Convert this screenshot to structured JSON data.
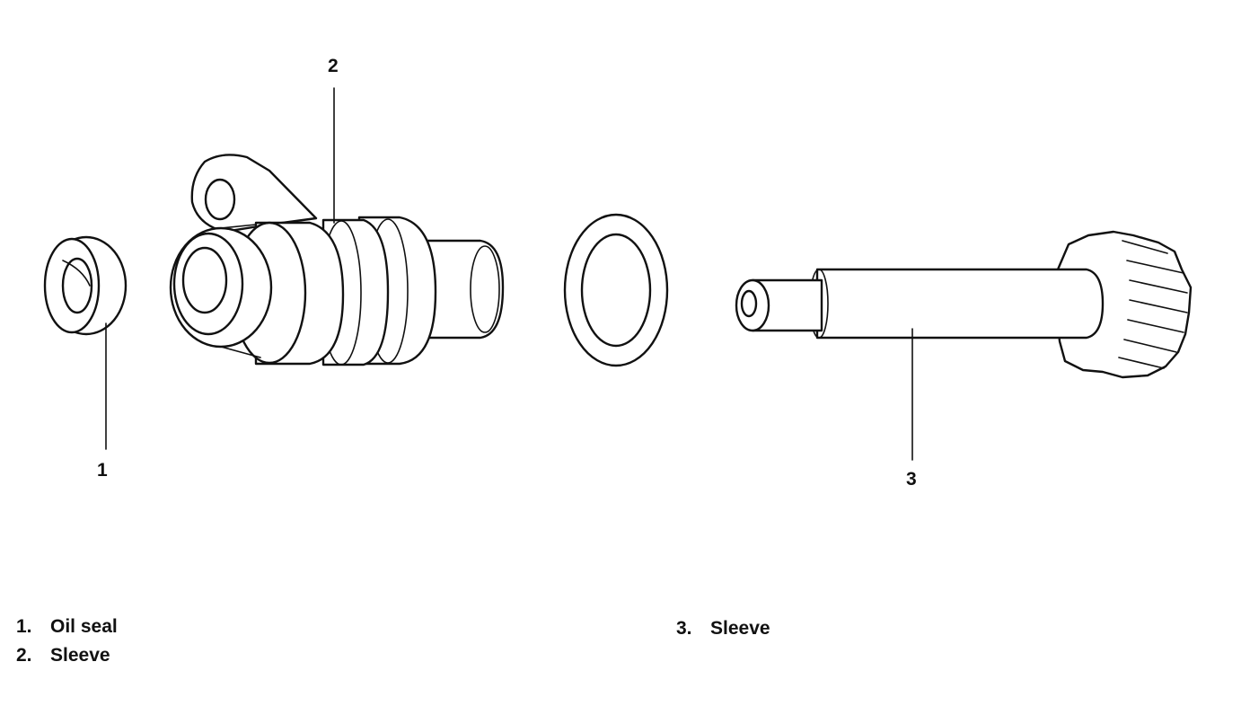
{
  "callouts": [
    {
      "number": "1",
      "part": "oil-seal"
    },
    {
      "number": "2",
      "part": "sleeve"
    },
    {
      "number": "3",
      "part": "sleeve-shaft"
    }
  ],
  "legend": [
    {
      "number": "1.",
      "label": "Oil seal"
    },
    {
      "number": "2.",
      "label": "Sleeve"
    },
    {
      "number": "3.",
      "label": "Sleeve"
    }
  ],
  "colors": {
    "ink": "#111111",
    "background": "#ffffff"
  }
}
